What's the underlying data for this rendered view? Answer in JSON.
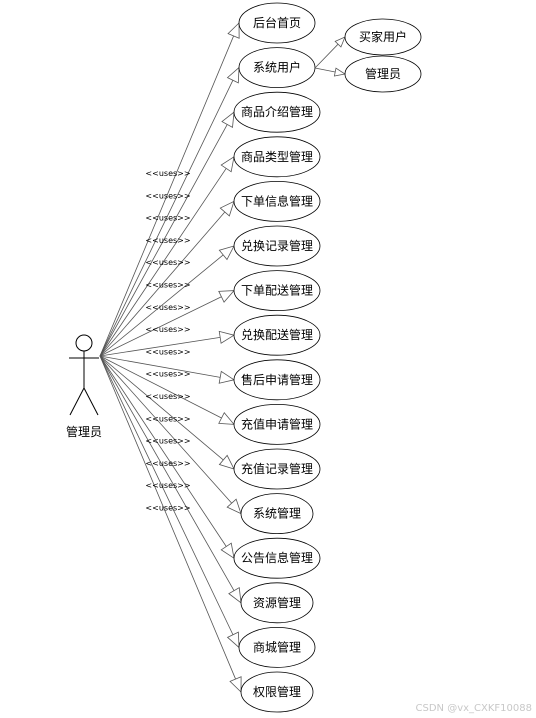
{
  "actor": {
    "label": "管理员"
  },
  "uses_label": "<<uses>>",
  "use_cases": [
    {
      "label": "后台首页"
    },
    {
      "label": "系统用户"
    },
    {
      "label": "商品介绍管理"
    },
    {
      "label": "商品类型管理"
    },
    {
      "label": "下单信息管理"
    },
    {
      "label": "兑换记录管理"
    },
    {
      "label": "下单配送管理"
    },
    {
      "label": "兑换配送管理"
    },
    {
      "label": "售后申请管理"
    },
    {
      "label": "充值申请管理"
    },
    {
      "label": "充值记录管理"
    },
    {
      "label": "系统管理"
    },
    {
      "label": "公告信息管理"
    },
    {
      "label": "资源管理"
    },
    {
      "label": "商城管理"
    },
    {
      "label": "权限管理"
    }
  ],
  "sub_cases": [
    {
      "label": "买家用户"
    },
    {
      "label": "管理员"
    }
  ],
  "watermark": "CSDN @vx_CXKF10088"
}
